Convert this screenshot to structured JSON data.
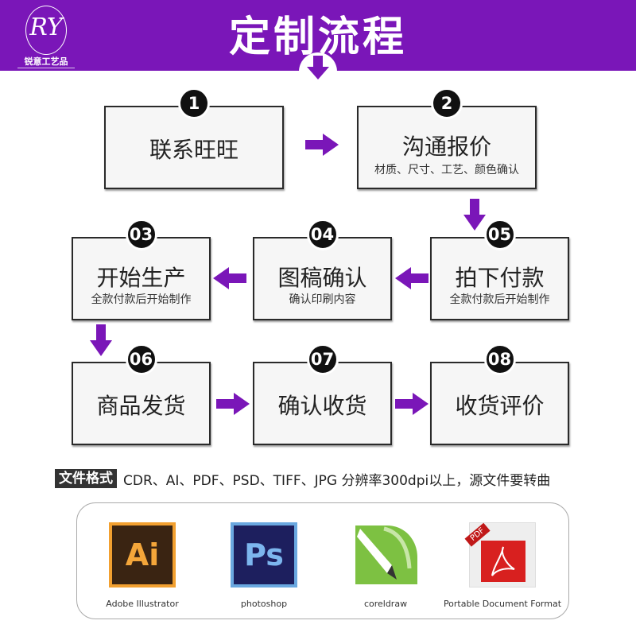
{
  "header": {
    "logo_mark": "RY",
    "logo_text": "锐意工艺品",
    "title": "定制流程",
    "accent": "#7a16b8"
  },
  "steps": [
    {
      "num": "1",
      "title": "联系旺旺",
      "subtitle": ""
    },
    {
      "num": "2",
      "title": "沟通报价",
      "subtitle": "材质、尺寸、工艺、颜色确认"
    },
    {
      "num": "03",
      "title": "开始生产",
      "subtitle": "全款付款后开始制作"
    },
    {
      "num": "04",
      "title": "图稿确认",
      "subtitle": "确认印刷内容"
    },
    {
      "num": "05",
      "title": "拍下付款",
      "subtitle": "全款付款后开始制作"
    },
    {
      "num": "06",
      "title": "商品发货",
      "subtitle": ""
    },
    {
      "num": "07",
      "title": "确认收货",
      "subtitle": ""
    },
    {
      "num": "08",
      "title": "收货评价",
      "subtitle": ""
    }
  ],
  "formats": {
    "label": "文件格式",
    "text": "CDR、AI、PDF、PSD、TIFF、JPG 分辨率300dpi以上，源文件要转曲"
  },
  "apps": [
    {
      "icon": "illustrator-icon",
      "icon_text": "Ai",
      "name": "Adobe Illustrator"
    },
    {
      "icon": "photoshop-icon",
      "icon_text": "Ps",
      "name": "photoshop"
    },
    {
      "icon": "coreldraw-icon",
      "name": "coreldraw"
    },
    {
      "icon": "pdf-icon",
      "icon_text": "PDF",
      "name": "Portable Document Format"
    }
  ]
}
